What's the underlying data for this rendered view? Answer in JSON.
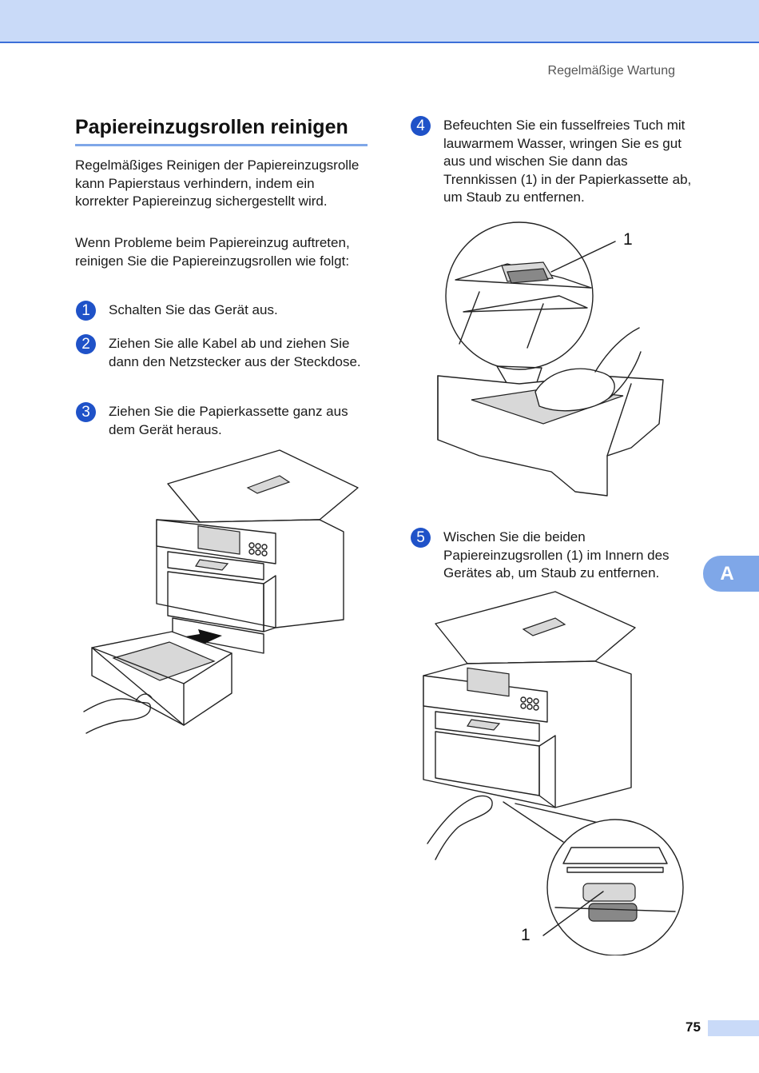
{
  "header": {
    "running_title": "Regelmäßige Wartung"
  },
  "section": {
    "heading": "Papiereinzugsrollen reinigen",
    "intro_1": "Regelmäßiges Reinigen der Papiereinzugsrolle kann Papierstaus verhindern, indem ein korrekter Papiereinzug sichergestellt wird.",
    "intro_2": "Wenn Probleme beim Papiereinzug auftreten, reinigen Sie die Papiereinzugsrollen wie folgt:"
  },
  "steps": [
    {
      "number": "1",
      "text": "Schalten Sie das Gerät aus."
    },
    {
      "number": "2",
      "text": "Ziehen Sie alle Kabel ab und ziehen Sie dann den Netzstecker aus der Steckdose."
    },
    {
      "number": "3",
      "text": "Ziehen Sie die Papierkassette ganz aus dem Gerät heraus."
    },
    {
      "number": "4",
      "text": "Befeuchten Sie ein fusselfreies Tuch mit lauwarmem Wasser, wringen Sie es gut aus und wischen Sie dann das Trennkissen (1) in der Papierkassette ab, um Staub zu entfernen."
    },
    {
      "number": "5",
      "text": "Wischen Sie die beiden Papiereinzugsrollen (1) im Innern des Gerätes ab, um Staub zu entfernen."
    }
  ],
  "figures": {
    "tray_callout": "1",
    "roller_callout": "1"
  },
  "side_tab": {
    "label": "A"
  },
  "footer": {
    "page_number": "75"
  }
}
